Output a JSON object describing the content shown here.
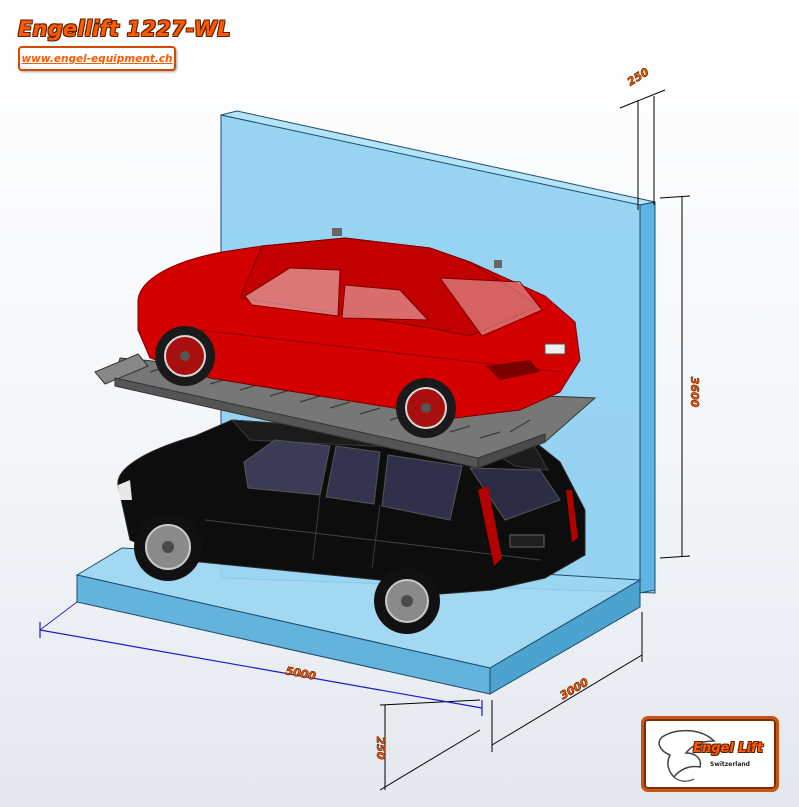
{
  "header": {
    "title": "Engellift 1227-WL",
    "url": "www.engel-equipment.ch"
  },
  "dimensions": {
    "length": "5000",
    "depth": "3000",
    "height": "3600",
    "wall_thickness": "250",
    "pit_depth": "250"
  },
  "logo": {
    "name": "Engel Lift",
    "country": "Switzerland"
  },
  "colors": {
    "glass": "#7cc7ee",
    "upper_car": "#d40000",
    "lower_car": "#0a0a0a",
    "dimension_line": "#1a1ad0",
    "accent": "#ff5a00"
  }
}
